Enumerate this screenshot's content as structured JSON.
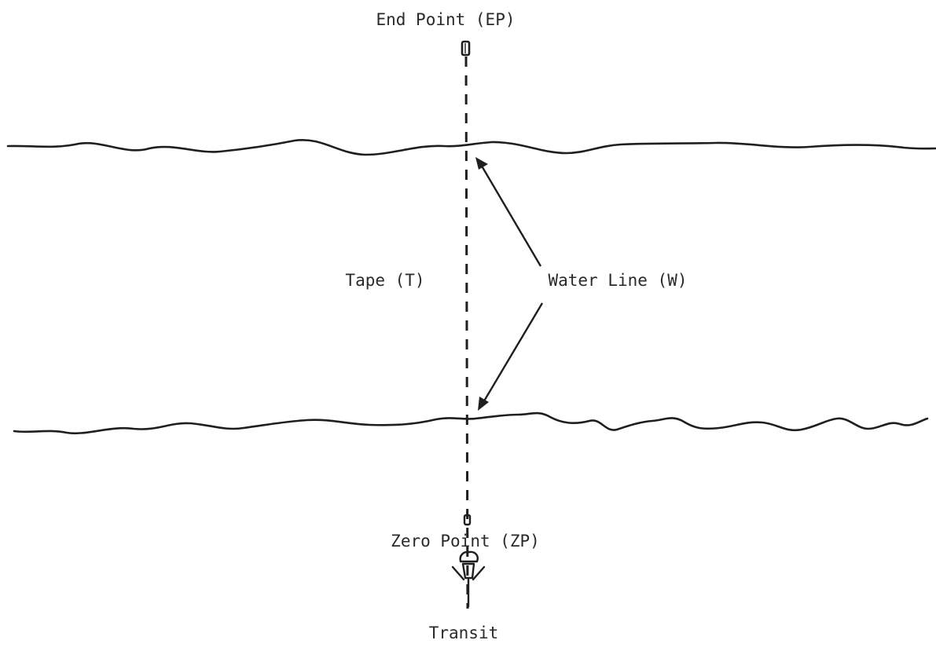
{
  "diagram": {
    "labels": {
      "end_point": "End Point (EP)",
      "tape": "Tape (T)",
      "water_line": "Water Line (W)",
      "zero_point": "Zero Point (ZP)",
      "transit": "Transit"
    },
    "colors": {
      "ink": "#1f1f1f",
      "text": "#2a2a2a",
      "background": "#ffffff"
    },
    "icons": {
      "end_point_marker": "stake-icon",
      "zero_point_marker": "stake-icon",
      "transit": "transit-instrument-icon"
    }
  }
}
